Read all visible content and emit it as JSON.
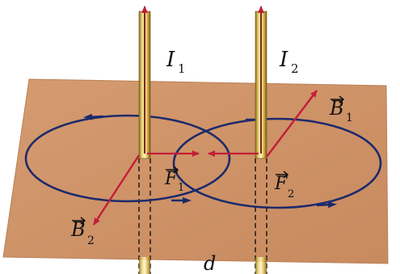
{
  "labels": {
    "current_1": "I",
    "current_1_sub": "1",
    "current_2": "I",
    "current_2_sub": "2",
    "field_1": "B",
    "field_1_sub": "1",
    "field_2": "B",
    "field_2_sub": "2",
    "force_1": "F",
    "force_1_sub": "1",
    "force_2": "F",
    "force_2_sub": "2",
    "distance": "d"
  },
  "colors": {
    "plane": "#cf9368",
    "plane_edge": "#b97f57",
    "wire_light": "#f3e6a8",
    "wire_gold": "#d9b24a",
    "wire_dark": "#8a6a1c",
    "wire_core": "#7a2a18",
    "field_line": "#1c2a6b",
    "vector": "#c21e38"
  }
}
